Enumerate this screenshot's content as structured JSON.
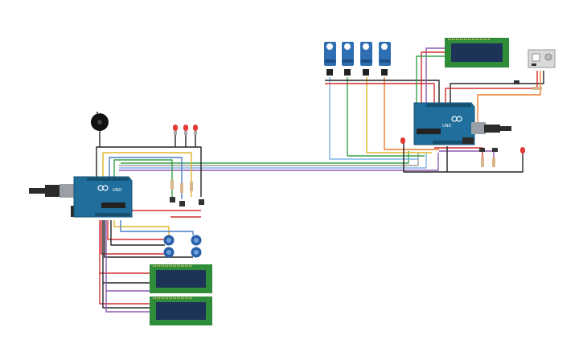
{
  "title": "",
  "colors": {
    "background": "#ffffff",
    "arduino_board": "#1f6e9c",
    "arduino_board_dark": "#14506f",
    "lcd_frame": "#2f8d3a",
    "lcd_screen": "#1d3357",
    "servo_body": "#2d6fb2",
    "usb_connector": "#9aa0a6",
    "usb_cable": "#2b2b2b",
    "wire_red": "#d32f2f",
    "wire_black": "#222222",
    "wire_green": "#3aa14b",
    "wire_yellow": "#e0b52a",
    "wire_orange": "#ee7b2a",
    "wire_blue": "#4a7fc4",
    "wire_lightblue": "#7fb6e6",
    "wire_purple": "#8e58b3",
    "wire_gray": "#9a9a9a",
    "wire_brown": "#8a5a30",
    "wire_pink": "#e389b6",
    "led_red": "#e53935",
    "potentiometer": "#2960a8",
    "buzzer": "#111111"
  },
  "components": {
    "arduino_left": {
      "label": "UNO",
      "brand_icon": "arduino-infinity-icon"
    },
    "arduino_right": {
      "label": "UNO",
      "brand_icon": "arduino-infinity-icon"
    },
    "servos": [
      {
        "id": "servo-1"
      },
      {
        "id": "servo-2"
      },
      {
        "id": "servo-3"
      },
      {
        "id": "servo-4"
      }
    ],
    "lcds": [
      {
        "id": "lcd-top-right"
      },
      {
        "id": "lcd-bottom-1"
      },
      {
        "id": "lcd-bottom-2"
      }
    ],
    "leds": [
      {
        "id": "led-1"
      },
      {
        "id": "led-2"
      },
      {
        "id": "led-3"
      },
      {
        "id": "led-4"
      },
      {
        "id": "led-5"
      }
    ],
    "potentiometers": [
      {
        "id": "pot-1"
      },
      {
        "id": "pot-2"
      },
      {
        "id": "pot-3"
      },
      {
        "id": "pot-4"
      }
    ],
    "pushbuttons": [
      {
        "id": "button-1"
      },
      {
        "id": "button-2"
      },
      {
        "id": "button-3"
      }
    ],
    "buzzer": {
      "id": "piezo-buzzer",
      "icon": "buzzer-icon"
    },
    "sensor": {
      "id": "ultrasonic-sensor",
      "icon": "sensor-module-icon"
    }
  }
}
